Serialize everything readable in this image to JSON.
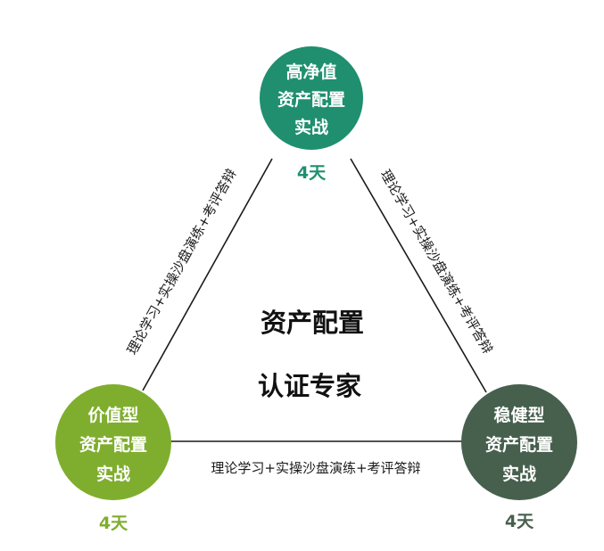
{
  "center": {
    "line1": "资产配置",
    "line2": "认证专家"
  },
  "nodes": {
    "top": {
      "lines": [
        "高净值",
        "资产配置",
        "实战"
      ],
      "days": "4天",
      "color": "#1f8f6f",
      "days_color": "#1f8f6f"
    },
    "left": {
      "lines": [
        "价值型",
        "资产配置",
        "实战"
      ],
      "days": "4天",
      "color": "#7fae2e",
      "days_color": "#7fae2e"
    },
    "right": {
      "lines": [
        "稳健型",
        "资产配置",
        "实战"
      ],
      "days": "4天",
      "color": "#47604e",
      "days_color": "#47604e"
    }
  },
  "edges": {
    "left": "理论学习+实操沙盘演练+考评答辩",
    "right": "理论学习+实操沙盘演练+考评答辩",
    "bottom": "理论学习+实操沙盘演练+考评答辩"
  }
}
